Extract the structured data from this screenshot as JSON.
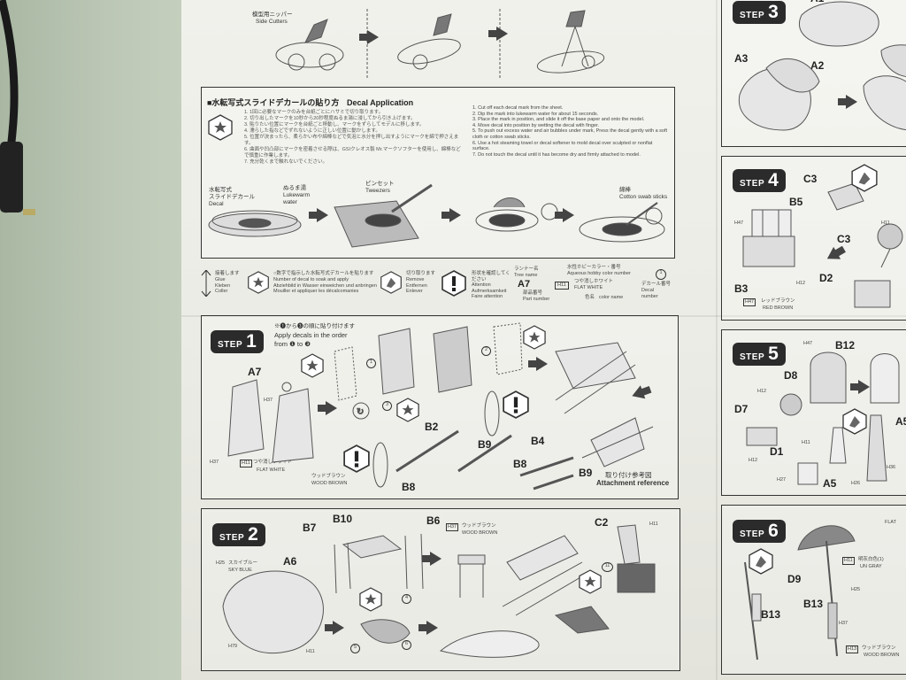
{
  "top_tools": {
    "cutter_jp": "模型用ニッパー",
    "cutter_en": "Side Cutters"
  },
  "decal": {
    "title_jp": "■水転写式スライドデカールの貼り方",
    "title_en": "Decal Application",
    "instructions_en": [
      "1. Cut off each decal mark from the sheet.",
      "2. Dip the mark into lukewarm water for about 15 seconds.",
      "3. Place the mark in position, and slide it off the base paper and onto the model.",
      "4. Move decal into position by wetting the decal with finger.",
      "5. To push out excess water and air bubbles under mark, Press the decal gently with a soft cloth or cotton swab sticks.",
      "6. Use a hot steaming towel or decal softener to mold decal over sculpted or nonflat surface.",
      "7. Do not touch the decal until it has become dry and firmly attached to model."
    ],
    "instructions_jp": [
      "1. 1回に必要なマークのみを台紙ごとにハサミで切り取ります。",
      "2. 切り出したマークを10秒から20秒程度ぬるま湯に浸してから引き上げます。",
      "3. 貼りたい位置にマークを台紙ごと移動し、マークをずらしてモデルに移します。",
      "4. 濡らした指などでずれないように正しい位置に動かします。",
      "5. 位置が決まったら、柔らかい布や綿棒などで気泡と水分を押し出すようにマークを綿で押さえます。",
      "6. 曲面や凹凸部にマークを密着させる際は、GSIクレオス製 Mr.マークソフターを使用し、綿棒などで慎重に作業します。",
      "7. 充分乾くまで触れないでください。"
    ],
    "decal_label_jp": "水転写式\nスライドデカール",
    "decal_label_en": "Decal",
    "water_label_jp": "ぬるま湯",
    "water_label_en": "Lukewarm water",
    "tweezers_jp": "ピンセット",
    "tweezers_en": "Tweezers",
    "swab_jp": "綿棒",
    "swab_en": "Cotton swab sticks"
  },
  "legend": {
    "glue_jp": "接着します",
    "glue": "Glue\nKleben\nColler",
    "decal_num_jp": "○数字で指示した水転写式デカールを貼ります",
    "decal_num": "Number of decal to soak and apply\nAbziehbild in Wasser einweichen und anbringen\nMouiller et appliquer les décalcomanies",
    "remove_jp": "切り取ります",
    "remove": "Remove\nEntfernen\nEnlever",
    "attention_jp": "形状を確認してください",
    "attention": "Attention\nAufmerksamkeit\nFaire attention",
    "runner_jp": "ランナー名",
    "runner": "Tree name",
    "part_code": "A7",
    "part_jp": "部品番号",
    "part": "Part number",
    "color_code_jp": "水性ホビーカラー・番号",
    "color_code": "Aqueous hobby color number",
    "color_sample_badge": "H11",
    "color_sample_jp": "つや消しホワイト",
    "color_sample": "FLAT WHITE",
    "color_name_jp": "色名",
    "color_name": "color name",
    "decal_no_badge": "1",
    "decal_no_jp": "デカール番号",
    "decal_no": "Decal\nnumber"
  },
  "step1": {
    "word": "STEP",
    "num": "1",
    "note_jp": "※❶から❸の順に貼り付けます",
    "note_en": "Apply decals in the order",
    "note_en2": "from ❶ to ❸",
    "a7": "A7",
    "h11": "H11",
    "h37a": "H37",
    "h37b": "H37",
    "flat_white_jp": "つや消しホワイト",
    "flat_white": "FLAT WHITE",
    "wood_brown_jp": "ウッドブラウン",
    "wood_brown": "WOOD BROWN",
    "b2": "B2",
    "b9": "B9",
    "b4": "B4",
    "b8": "B8",
    "b8b": "B8",
    "b9b": "B9",
    "attach_jp": "取り付け参考図",
    "attach": "Attachment reference",
    "d1": "1",
    "d2": "2",
    "d3": "3"
  },
  "step2": {
    "word": "STEP",
    "num": "2",
    "b10": "B10",
    "b7": "B7",
    "b6": "B6",
    "c2": "C2",
    "a6": "A6",
    "h37": "H37",
    "h11": "H11",
    "h25": "H25",
    "h79": "H79",
    "h11b": "H11",
    "wood_brown_jp": "ウッドブラウン",
    "wood_brown": "WOOD BROWN",
    "sky_blue_jp": "スカイブルー",
    "sky_blue": "SKY BLUE",
    "d4": "4",
    "d5": "5",
    "d6": "6",
    "d11": "11"
  },
  "step3": {
    "word": "STEP",
    "num": "3",
    "a1": "A1",
    "a2": "A2",
    "a3": "A3"
  },
  "step4": {
    "word": "STEP",
    "num": "4",
    "c3": "C3",
    "c3b": "C3",
    "b5": "B5",
    "b3": "B3",
    "d2": "D2",
    "h47": "H47",
    "h11": "H11",
    "h12": "H12",
    "h47b": "H47",
    "red_brown_jp": "レッドブラウン",
    "red_brown": "RED BROWN"
  },
  "step5": {
    "word": "STEP",
    "num": "5",
    "b12": "B12",
    "d8": "D8",
    "d7": "D7",
    "d1": "D1",
    "a5": "A5",
    "a5b": "A5",
    "h47": "H47",
    "h12": "H12",
    "h12b": "H12",
    "h11": "H11",
    "h27": "H27",
    "h26": "H26",
    "h36": "H36"
  },
  "step6": {
    "word": "STEP",
    "num": "6",
    "d9": "D9",
    "b13": "B13",
    "b13b": "B13",
    "h11": "H11",
    "h25": "H25",
    "h37": "H37",
    "h13": "H13",
    "un_gray_jp": "明灰白色(1)",
    "un_gray": "UN GRAY",
    "flat": "FLAT",
    "wood_brown_jp": "ウッドブラウン",
    "wood_brown": "WOOD BROWN"
  }
}
